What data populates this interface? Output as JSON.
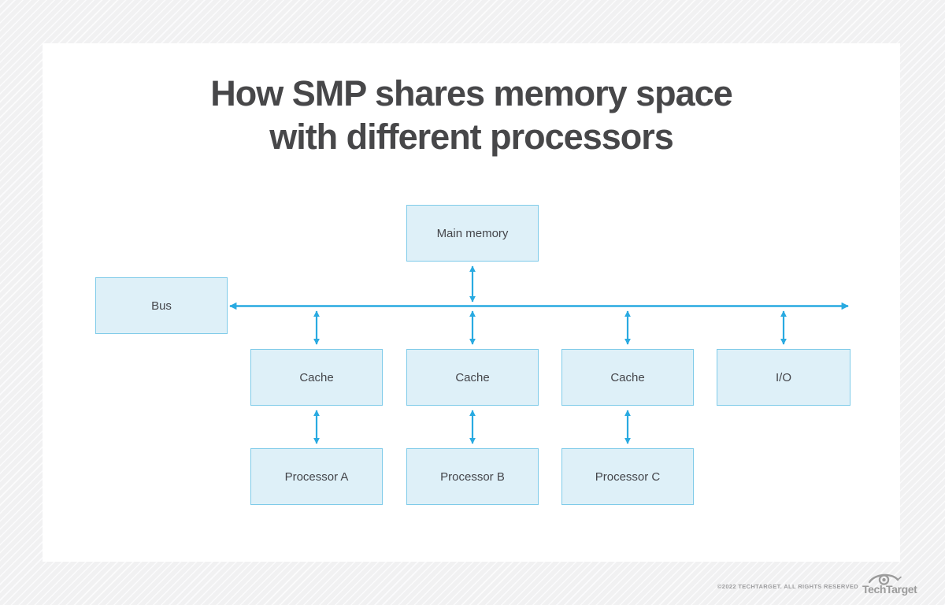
{
  "title": {
    "line1": "How SMP shares memory space",
    "line2": "with different processors"
  },
  "diagram": {
    "nodes": {
      "main_memory": "Main memory",
      "bus": "Bus",
      "cache_a": "Cache",
      "cache_b": "Cache",
      "cache_c": "Cache",
      "io": "I/O",
      "processor_a": "Processor A",
      "processor_b": "Processor B",
      "processor_c": "Processor C"
    },
    "colors": {
      "node_fill": "#def0f8",
      "node_border": "#7fcbe9",
      "arrow": "#29aae1",
      "title_text": "#474749"
    }
  },
  "footer": {
    "copyright": "©2022 TECHTARGET. ALL RIGHTS RESERVED",
    "logo_text": "TechTarget"
  }
}
